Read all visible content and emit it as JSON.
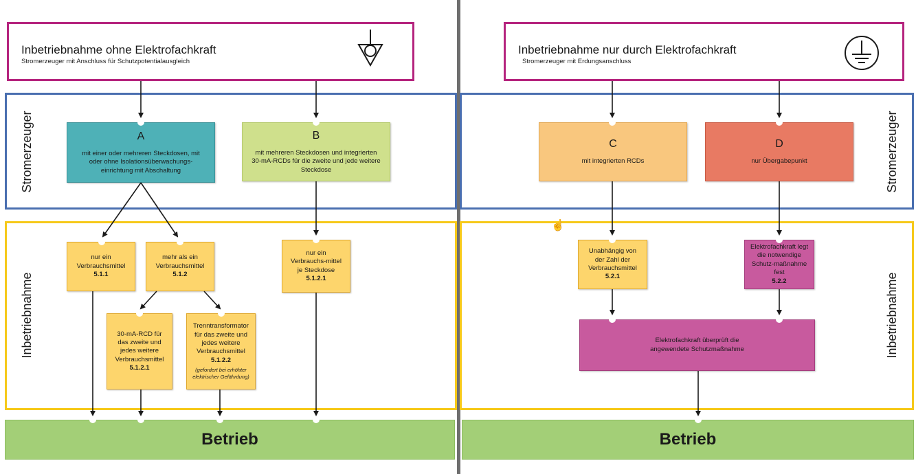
{
  "left": {
    "header": {
      "title": "Inbetriebnahme ohne Elektrofachkraft",
      "subtitle": "Stromerzeuger mit Anschluss für Schutzpotentialausgleich",
      "icon": "potential-equalization-symbol-icon"
    },
    "band_generator_label": "Stromerzeuger",
    "band_commissioning_label": "Inbetriebnahme",
    "box_a": {
      "letter": "A",
      "text": "mit einer oder mehreren Steckdosen, mit oder ohne Isolationsüberwachungs-einrichtung mit Abschaltung"
    },
    "box_b": {
      "letter": "B",
      "text": "mit mehreren Steckdosen und integrierten 30-mA-RCDs für die zweite und jede weitere Steckdose"
    },
    "box_511": {
      "text": "nur ein Verbrauchsmittel",
      "code": "5.1.1"
    },
    "box_512": {
      "text": "mehr als ein Verbrauchsmittel",
      "code": "5.1.2"
    },
    "box_5121": {
      "text": "30-mA-RCD für das zweite und jedes weitere Verbrauchsmittel",
      "code": "5.1.2.1"
    },
    "box_5122": {
      "text": "Trenntransformator für das zweite und jedes weitere Verbrauchsmittel",
      "code": "5.1.2.2",
      "note": "(gefordert bei erhöhter elektrischer Gefährdung)"
    },
    "box_b5121": {
      "text": "nur ein Verbrauchs-mittel je Steckdose",
      "code": "5.1.2.1"
    },
    "betrieb": "Betrieb"
  },
  "right": {
    "header": {
      "title": "Inbetriebnahme nur durch Elektrofachkraft",
      "subtitle": "Stromerzeuger mit Erdungsanschluss",
      "icon": "protective-earth-symbol-icon"
    },
    "band_generator_label": "Stromerzeuger",
    "band_commissioning_label": "Inbetriebnahme",
    "box_c": {
      "letter": "C",
      "text": "mit integrierten RCDs"
    },
    "box_d": {
      "letter": "D",
      "text": "nur Übergabepunkt"
    },
    "box_521": {
      "text": "Unabhängig von der Zahl der Verbrauchsmittel",
      "code": "5.2.1"
    },
    "box_522": {
      "text": "Elektrofachkraft legt die notwendige Schutz-maßnahme fest",
      "code": "5.2.2"
    },
    "box_check": {
      "text": "Elektrofachkraft überprüft die angewendete Schutzmaßnahme"
    },
    "betrieb": "Betrieb"
  },
  "colors": {
    "magenta_border": "#b5247e",
    "blue_band": "#4a6fb0",
    "yellow_band": "#f6c91a",
    "box_a": "#4eb1b7",
    "box_b": "#cfe08c",
    "box_c": "#f9c77e",
    "box_d": "#e87a63",
    "yellow_box": "#fdd56c",
    "magenta_box": "#c85a9e",
    "betrieb_green": "#a3cf77"
  }
}
